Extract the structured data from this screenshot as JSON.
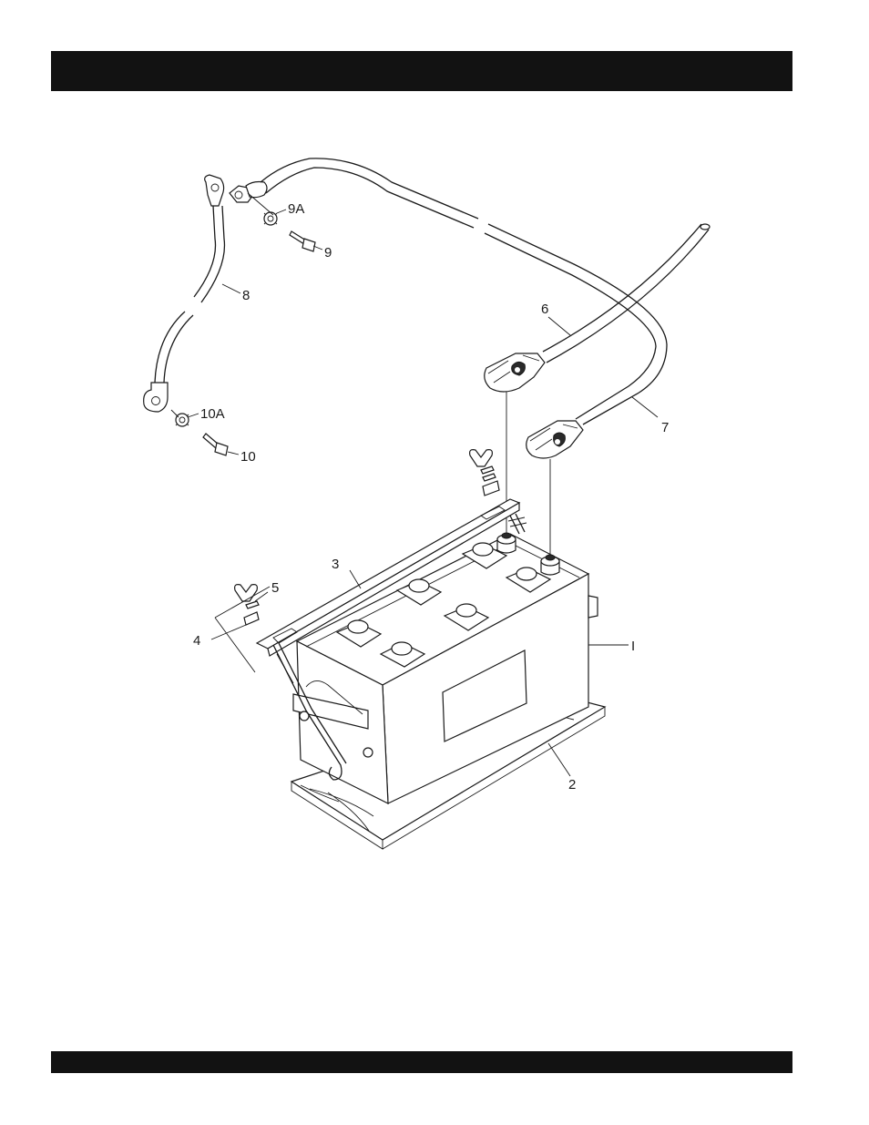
{
  "callouts": {
    "c1": "I",
    "c2": "2",
    "c3": "3",
    "c4": "4",
    "c5": "5",
    "c6": "6",
    "c7": "7",
    "c8": "8",
    "c9": "9",
    "c9a": "9A",
    "c10": "10",
    "c10a": "10A"
  },
  "colors": {
    "bars": "#121212",
    "ink": "#1a1a1a"
  }
}
